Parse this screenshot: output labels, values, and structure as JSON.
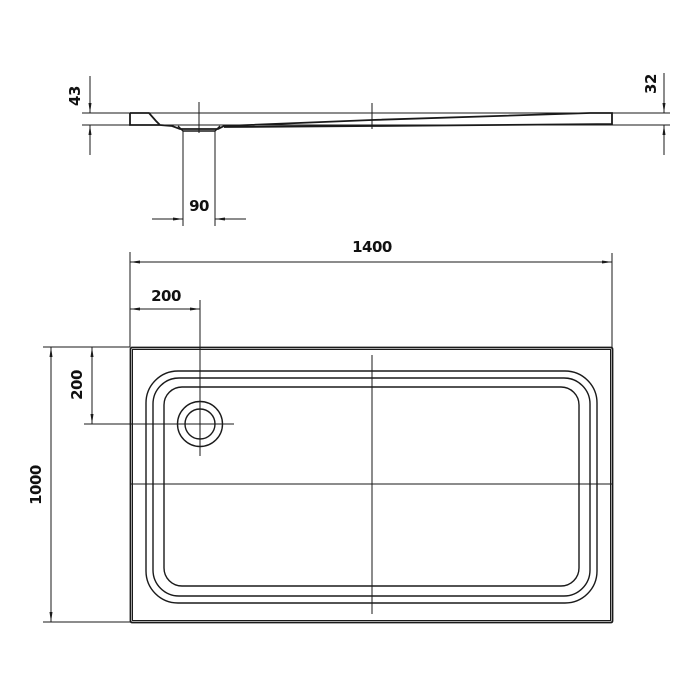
{
  "drawing": {
    "type": "technical-drawing",
    "subject": "rectangular shower tray",
    "views": [
      "side-section",
      "plan"
    ],
    "line_color": "#1a1a1a",
    "background": "#ffffff"
  },
  "dimensions": {
    "height_left": "43",
    "height_right": "32",
    "drain_diameter": "90",
    "length": "1400",
    "drain_offset_x": "200",
    "drain_offset_y": "200",
    "width": "1000"
  }
}
